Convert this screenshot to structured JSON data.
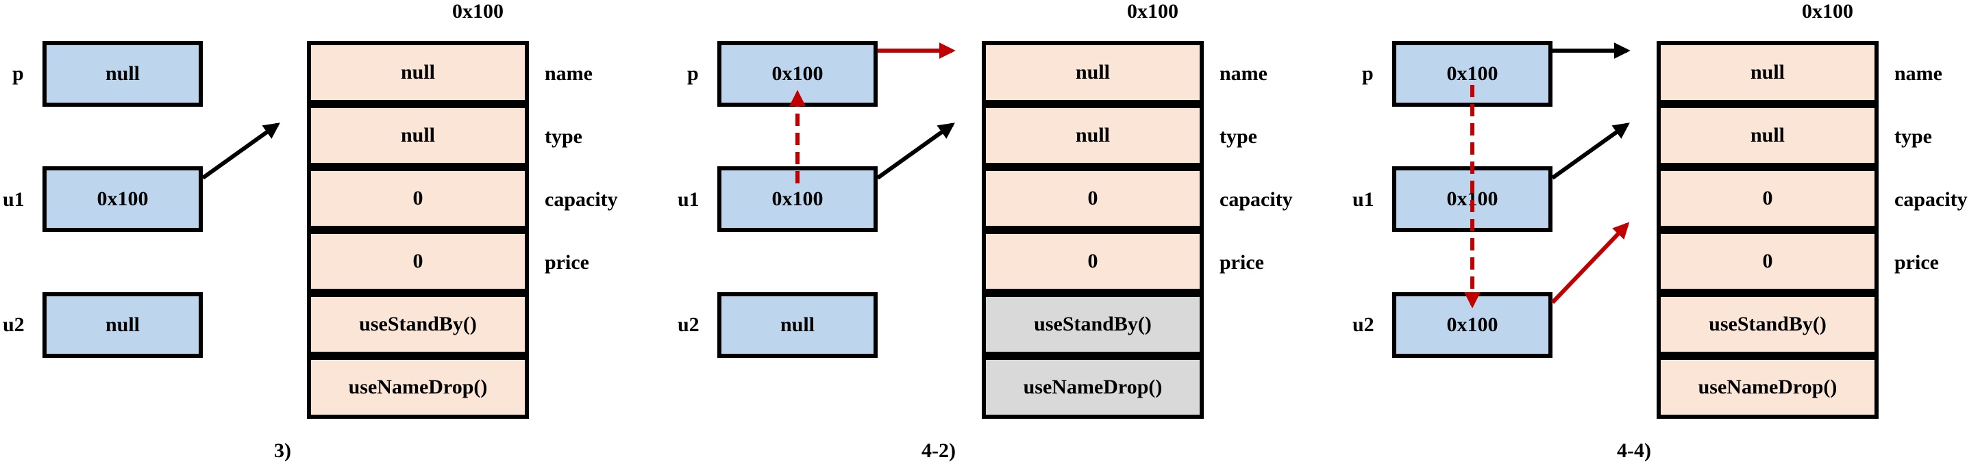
{
  "colors": {
    "pointer_box": "#bdd6ee",
    "object_cell": "#fbe5d6",
    "object_cell_disabled": "#d9d9d9",
    "arrow_black": "#000000",
    "arrow_red": "#c00000"
  },
  "panels": [
    {
      "caption": "3)",
      "object_address": "0x100",
      "variables": [
        {
          "label": "p",
          "value": "null"
        },
        {
          "label": "u1",
          "value": "0x100"
        },
        {
          "label": "u2",
          "value": "null"
        }
      ],
      "fields": [
        {
          "label": "name",
          "value": "null"
        },
        {
          "label": "type",
          "value": "null"
        },
        {
          "label": "capacity",
          "value": "0"
        },
        {
          "label": "price",
          "value": "0"
        }
      ],
      "methods": [
        {
          "value": "useStandBy()",
          "disabled": false
        },
        {
          "value": "useNameDrop()",
          "disabled": false
        }
      ]
    },
    {
      "caption": "4-2)",
      "object_address": "0x100",
      "variables": [
        {
          "label": "p",
          "value": "0x100"
        },
        {
          "label": "u1",
          "value": "0x100"
        },
        {
          "label": "u2",
          "value": "null"
        }
      ],
      "fields": [
        {
          "label": "name",
          "value": "null"
        },
        {
          "label": "type",
          "value": "null"
        },
        {
          "label": "capacity",
          "value": "0"
        },
        {
          "label": "price",
          "value": "0"
        }
      ],
      "methods": [
        {
          "value": "useStandBy()",
          "disabled": true
        },
        {
          "value": "useNameDrop()",
          "disabled": true
        }
      ]
    },
    {
      "caption": "4-4)",
      "object_address": "0x100",
      "variables": [
        {
          "label": "p",
          "value": "0x100"
        },
        {
          "label": "u1",
          "value": "0x100"
        },
        {
          "label": "u2",
          "value": "0x100"
        }
      ],
      "fields": [
        {
          "label": "name",
          "value": "null"
        },
        {
          "label": "type",
          "value": "null"
        },
        {
          "label": "capacity",
          "value": "0"
        },
        {
          "label": "price",
          "value": "0"
        }
      ],
      "methods": [
        {
          "value": "useStandBy()",
          "disabled": false
        },
        {
          "value": "useNameDrop()",
          "disabled": false
        }
      ]
    }
  ]
}
